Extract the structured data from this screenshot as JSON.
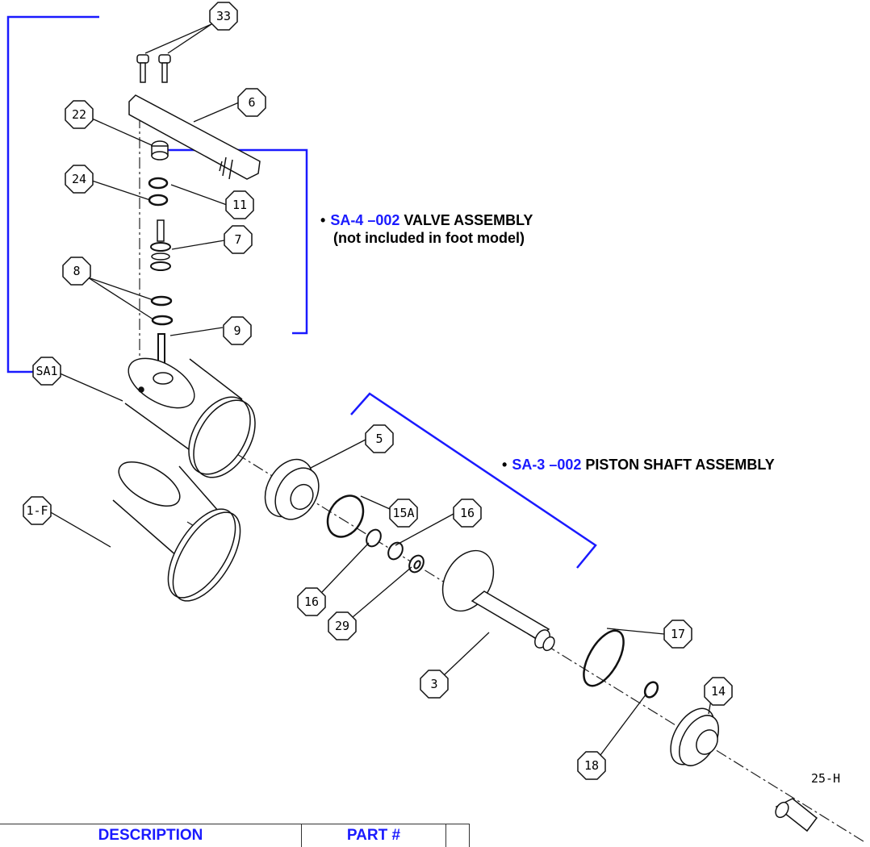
{
  "callouts": {
    "c33": "33",
    "c6": "6",
    "c22": "22",
    "c24": "24",
    "c11": "11",
    "c7": "7",
    "c8": "8",
    "c9": "9",
    "cSA1": "SA1",
    "c5": "5",
    "c15A": "15A",
    "c16a": "16",
    "c16b": "16",
    "c1F": "1-F",
    "c29": "29",
    "c17": "17",
    "c3": "3",
    "c14": "14",
    "c18": "18"
  },
  "part_label_25h": "25-H",
  "assemblies": {
    "valve": {
      "code": "SA-4 –002",
      "name": "VALVE ASSEMBLY",
      "note": "(not included in foot model)"
    },
    "piston": {
      "code": "SA-3 –002",
      "name": "PISTON SHAFT ASSEMBLY"
    }
  },
  "table": {
    "columns": [
      "DESCRIPTION",
      "PART #",
      ""
    ]
  },
  "colors": {
    "accent": "#1a1aff",
    "line": "#111111"
  }
}
